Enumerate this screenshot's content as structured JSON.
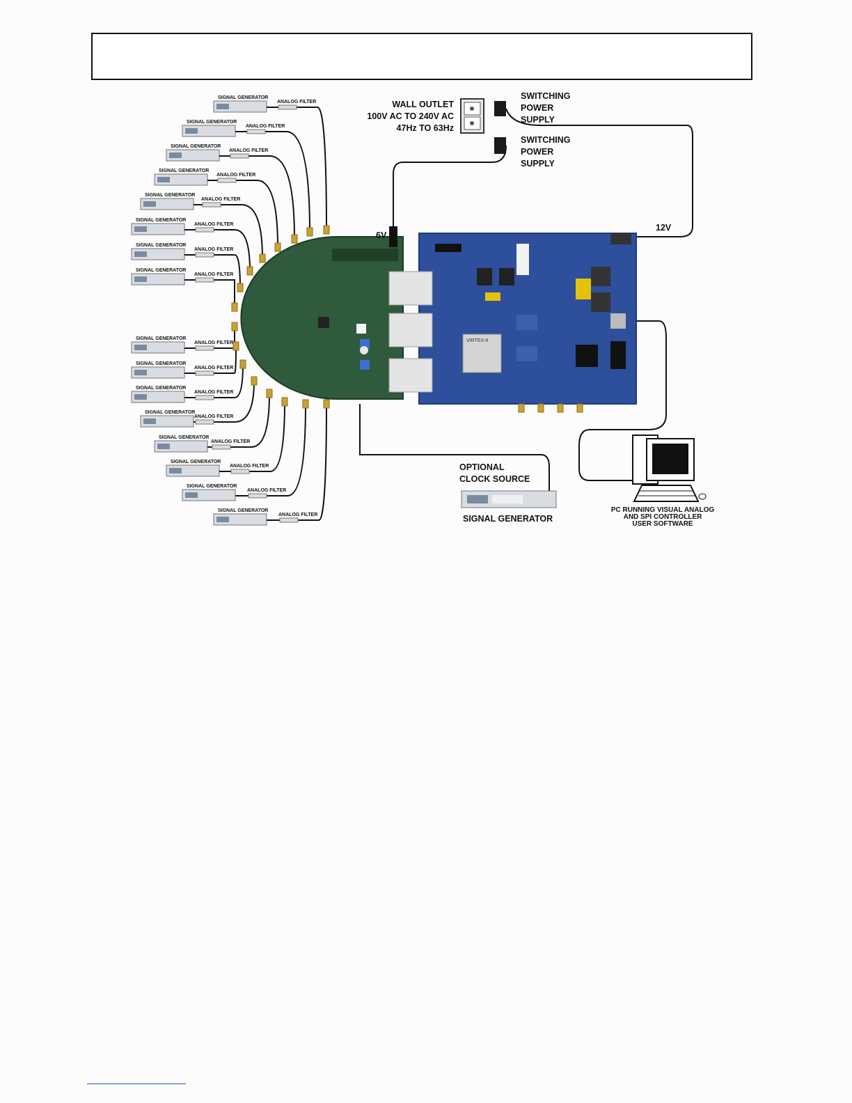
{
  "figure": {
    "header_text": "",
    "signal_generator_label": "SIGNAL GENERATOR",
    "analog_filter_label": "ANALOG FILTER",
    "wall_outlet": [
      "WALL OUTLET",
      "100V AC TO 240V AC",
      "47Hz TO 63Hz"
    ],
    "power_supply_1": [
      "SWITCHING",
      "POWER",
      "SUPPLY"
    ],
    "power_supply_2": [
      "SWITCHING",
      "POWER",
      "SUPPLY"
    ],
    "voltage_6v": "6V",
    "voltage_12v": "12V",
    "clock_source": [
      "OPTIONAL",
      "CLOCK SOURCE"
    ],
    "clock_generator_label": "SIGNAL GENERATOR",
    "pc_label": [
      "PC RUNNING VISUAL ANALOG",
      "AND SPI CONTROLLER",
      "USER SOFTWARE"
    ],
    "fpga_chip_label": "VIRTEX-6"
  },
  "colors": {
    "adc_board": "#2f5a3c",
    "fpga_board": "#2e4f9c",
    "connector_gold": "#c9a233",
    "cable": "#111111",
    "instrument": "#d9dde2",
    "footer_rule": "#2c4fb5"
  }
}
